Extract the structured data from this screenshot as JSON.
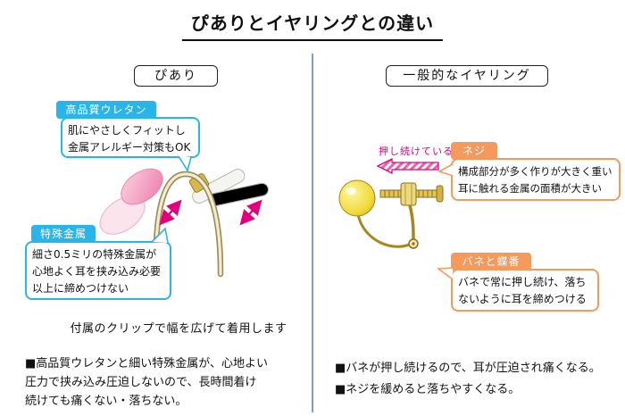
{
  "title": "ぴありとイヤリングとの違い",
  "left": {
    "header": "ぴあり",
    "urethane": {
      "label": "高品質ウレタン",
      "lines": [
        "肌にやさしくフィットし",
        "金属アレルギー対策もOK"
      ]
    },
    "metal": {
      "label": "特殊金属",
      "lines": [
        "細さ0.5ミリの特殊金属が",
        "心地よく耳を挟み込み必要",
        "以上に締めつけない"
      ]
    },
    "caption": "付属のクリップで幅を広げて着用します",
    "summary_lines": [
      "■高品質ウレタンと細い特殊金属が、心地よい",
      "圧力で挟み込み圧迫しないので、長時間着け",
      "続けても痛くない・落ちない。"
    ]
  },
  "right": {
    "header": "一般的なイヤリング",
    "push_label": "押し続けている",
    "screw": {
      "label": "ネジ",
      "lines": [
        "構成部分が多く作りが大きく重い",
        "耳に触れる金属の面積が大きい"
      ]
    },
    "spring": {
      "label": "バネと蝶番",
      "lines": [
        "バネで常に押し続け、落ち",
        "ないように耳を締めつける"
      ]
    },
    "summary_lines": [
      "■バネが押し続けるので、耳が圧迫され痛くなる。",
      "■ネジを緩めると落ちやすくなる。"
    ]
  },
  "colors": {
    "cyan": "#29b5e8",
    "orange": "#f59a5c",
    "magenta": "#e3007f",
    "divider_blue": "#7e9cd0"
  }
}
